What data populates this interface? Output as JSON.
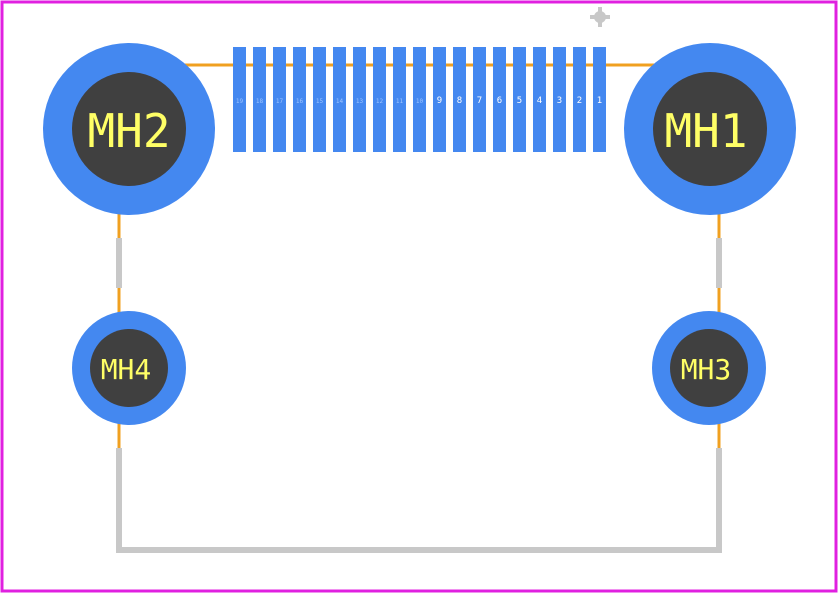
{
  "colors": {
    "background": "#ffffff",
    "board_outline": "#e020e0",
    "pad": "#4488f0",
    "hole": "#404040",
    "silkscreen": "#c8c8c8",
    "courtyard": "#f0a020",
    "label": "#ffff66"
  },
  "mounting_holes": [
    {
      "id": "mh2",
      "label": "MH2"
    },
    {
      "id": "mh1",
      "label": "MH1"
    },
    {
      "id": "mh4",
      "label": "MH4"
    },
    {
      "id": "mh3",
      "label": "MH3"
    }
  ],
  "pins": [
    "19",
    "18",
    "17",
    "16",
    "15",
    "14",
    "13",
    "12",
    "11",
    "10",
    "9",
    "8",
    "7",
    "6",
    "5",
    "4",
    "3",
    "2",
    "1"
  ]
}
